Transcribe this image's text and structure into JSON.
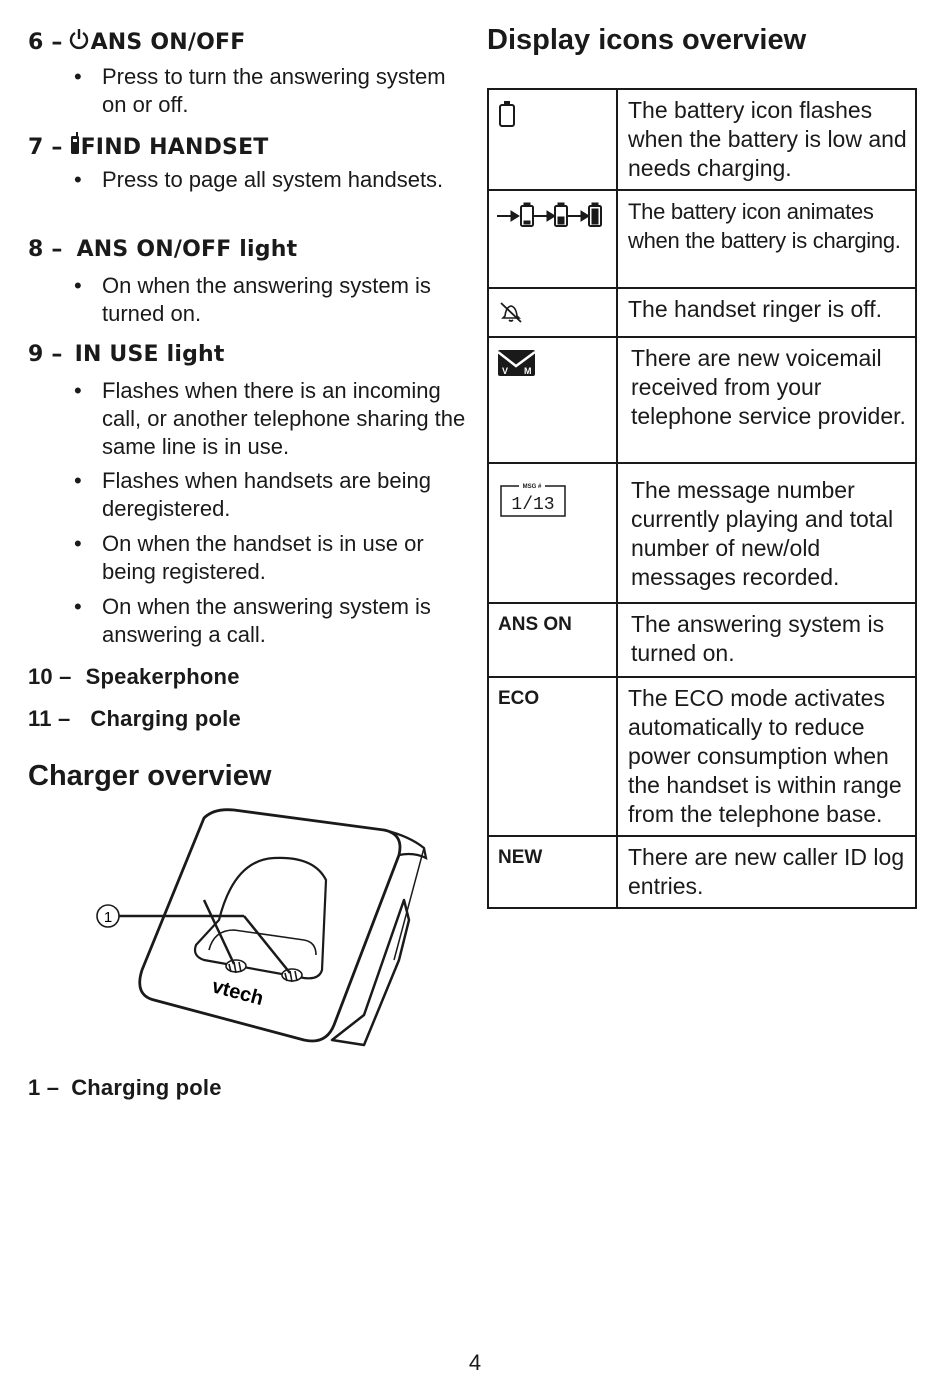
{
  "items": [
    {
      "num": "6 –",
      "title": "ANS ON/OFF",
      "icon": "power-icon",
      "bullets": [
        "Press to turn the answering system on or off."
      ]
    },
    {
      "num": "7 –",
      "title": "FIND HANDSET",
      "icon": "handset-icon",
      "bullets": [
        "Press to page all system handsets."
      ]
    },
    {
      "num": "8 –",
      "title": "ANS ON/OFF light",
      "bullets": [
        "On when the answering system is turned on."
      ]
    },
    {
      "num": "9 –",
      "title": "IN USE light",
      "bullets": [
        "Flashes when there is an incoming call, or another telephone sharing the same line is in use.",
        "Flashes when handsets are being deregistered.",
        "On when the handset is in use or being registered.",
        "On when the answering system is answering a call."
      ]
    },
    {
      "num": "10 –",
      "title": "Speakerphone"
    },
    {
      "num": "11 –",
      "title": "Charging pole"
    }
  ],
  "charger": {
    "title": "Charger overview",
    "callout": "1",
    "brand": "vtech",
    "legend_num": "1 –",
    "legend_label": "Charging pole"
  },
  "display_icons": {
    "title": "Display icons overview",
    "rows": [
      {
        "icon": "battery-low-icon",
        "text": "The battery icon flashes when the battery is low and needs charging."
      },
      {
        "icon": "battery-charging-icon",
        "text": "The battery icon animates when the battery is charging."
      },
      {
        "icon": "ringer-off-icon",
        "text": "The handset ringer is off."
      },
      {
        "icon": "voicemail-icon",
        "icon_text": [
          "V",
          "M"
        ],
        "text": "There are new voicemail received from your telephone service provider."
      },
      {
        "icon": "message-counter-icon",
        "icon_text": [
          "MSG #",
          "1/13"
        ],
        "text": "The message number currently playing and total number of new/old messages recorded."
      },
      {
        "label": "ANS ON",
        "text": "The answering system is turned on."
      },
      {
        "label": "ECO",
        "text": "The ECO mode activates automatically to reduce power consumption when the handset is within range from the telephone base."
      },
      {
        "label": "NEW",
        "text": "There are new caller ID log entries."
      }
    ]
  },
  "page_number": "4"
}
